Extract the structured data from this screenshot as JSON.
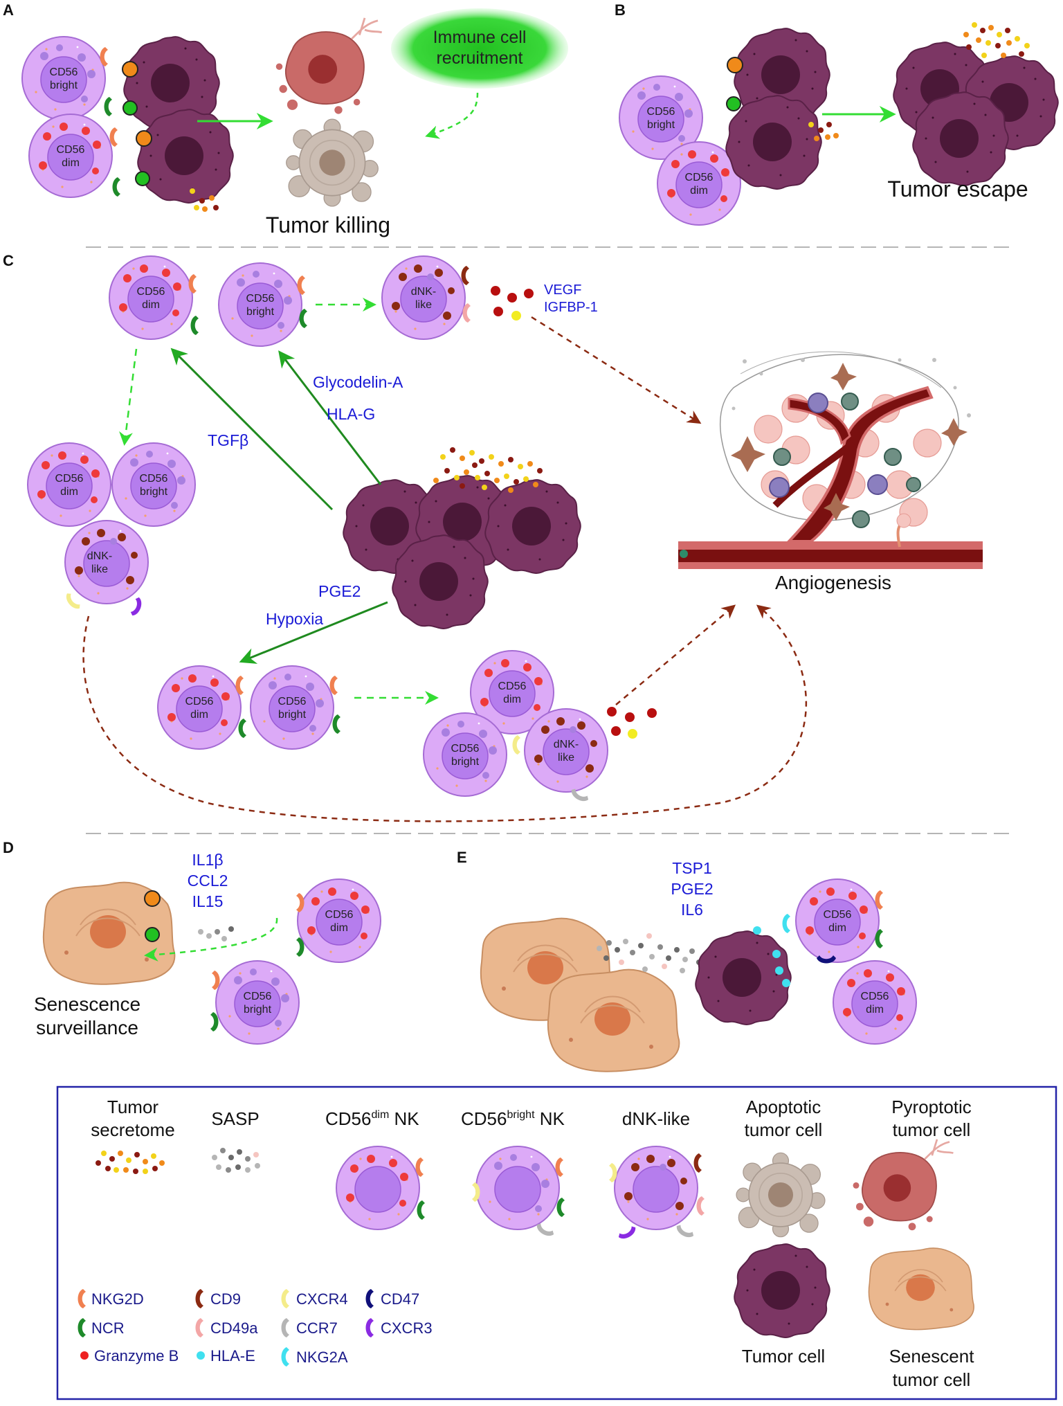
{
  "panels": {
    "a": {
      "letter": "A",
      "tumor_killing": "Tumor killing",
      "recruitment_line1": "Immune cell",
      "recruitment_line2": "recruitment"
    },
    "b": {
      "letter": "B",
      "tumor_escape": "Tumor escape"
    },
    "c": {
      "letter": "C",
      "vegf": "VEGF",
      "igfbp": "IGFBP-1",
      "glycodelin": "Glycodelin-A",
      "hlag": "HLA-G",
      "tgfb": "TGFβ",
      "pge2": "PGE2",
      "hypoxia": "Hypoxia",
      "angiogenesis": "Angiogenesis"
    },
    "d": {
      "letter": "D",
      "il1b": "IL1β",
      "ccl2": "CCL2",
      "il15": "IL15",
      "senescence_line1": "Senescence",
      "senescence_line2": "surveillance"
    },
    "e": {
      "letter": "E",
      "tsp1": "TSP1",
      "pge2": "PGE2",
      "il6": "IL6"
    }
  },
  "cell_labels": {
    "cd56": "CD56",
    "dim": "dim",
    "bright": "bright",
    "dnk": "dNK-",
    "like": "like"
  },
  "legend": {
    "tumor_secretome_1": "Tumor",
    "tumor_secretome_2": "secretome",
    "sasp": "SASP",
    "cd56dim_a": "CD56",
    "cd56dim_sup": "dim",
    "cd56dim_b": " NK",
    "cd56bright_a": "CD56",
    "cd56bright_sup": "bright",
    "cd56bright_b": " NK",
    "dnk_like": "dNK-like",
    "apoptotic_1": "Apoptotic",
    "apoptotic_2": "tumor cell",
    "pyroptotic_1": "Pyroptotic",
    "pyroptotic_2": "tumor cell",
    "tumor_cell": "Tumor cell",
    "senescent_1": "Senescent",
    "senescent_2": "tumor cell",
    "keys": {
      "nkg2d": "NKG2D",
      "ncr": "NCR",
      "granzyme": "Granzyme B",
      "cd9": "CD9",
      "cd49a": "CD49a",
      "hlae": "HLA-E",
      "cxcr4": "CXCR4",
      "ccr7": "CCR7",
      "nkg2a": "NKG2A",
      "cd47": "CD47",
      "cxcr3": "CXCR3"
    }
  },
  "colors": {
    "nk_cell": "#d9a6f5",
    "nk_nucleus": "#b27be8",
    "tumor_cell": "#7b3563",
    "tumor_nucleus": "#4a1838",
    "senescent_cell": "#e9b58c",
    "nkg2d": "#f08050",
    "ncr": "#1e8a2a",
    "cd9": "#8b2a12",
    "cd49a": "#f3a6a6",
    "cxcr4": "#f4ec8a",
    "ccr7": "#b5b5b5",
    "nkg2a": "#40e0ef",
    "cd47": "#10107a",
    "cxcr3": "#8a2be2",
    "granzyme": "#ee2222",
    "green_arrow": "#2eb82e",
    "red_arrow": "#8b2a12",
    "legend_border": "#2424a8"
  }
}
